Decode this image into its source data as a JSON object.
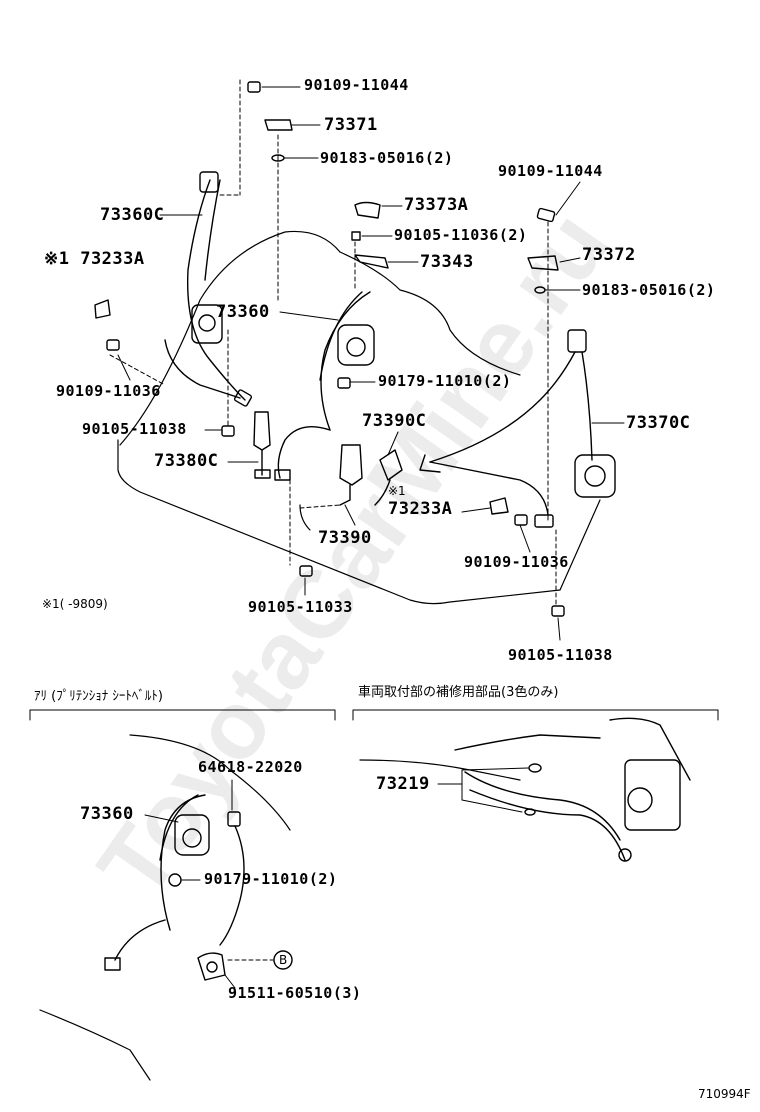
{
  "diagram": {
    "top_labels": [
      "90109-11044",
      "73371",
      "90183-05016(2)",
      "90109-11044",
      "73360C",
      "73373A",
      "90105-11036(2)",
      "73372",
      "※1 73233A",
      "73343",
      "90183-05016(2)",
      "73360",
      "90179-11010(2)",
      "90109-11036",
      "73390C",
      "73370C",
      "90105-11038",
      "73380C",
      "※1",
      "73233A",
      "73390",
      "90109-11036",
      "90105-11033",
      "90105-11038"
    ],
    "footnote": "※1(      -9809)",
    "section_left_title": "ｱﾘ (ﾌﾟﾘﾃﾝｼｮﾅ ｼｰﾄﾍﾞﾙﾄ)",
    "section_right_title": "車両取付部の補修用部品(3色のみ)",
    "left_labels": [
      "64618-22020",
      "73360",
      "90179-11010(2)",
      "B",
      "91511-60510(3)"
    ],
    "right_labels": [
      "73219"
    ],
    "diagram_code": "710994F",
    "watermark": "ToyotaCarMine.ru"
  }
}
